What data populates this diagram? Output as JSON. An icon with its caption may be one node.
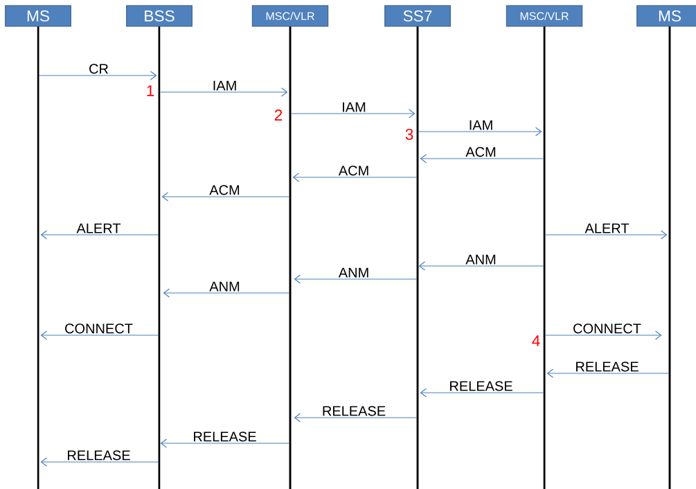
{
  "diagram": {
    "nodes": [
      {
        "text": [
          "MS"
        ]
      },
      {
        "text": [
          "BSS"
        ]
      },
      {
        "text": [
          "MSC/VLR"
        ]
      },
      {
        "text": [
          "SS7"
        ]
      },
      {
        "text": [
          "MSC/VLR"
        ]
      },
      {
        "text": [
          "MS"
        ]
      }
    ],
    "edges": [
      {
        "from": 0,
        "to": 1,
        "arrow": "to",
        "label": "CR"
      },
      {
        "from": 1,
        "to": 2,
        "arrow": "to",
        "label": "IAM"
      },
      {
        "from": 2,
        "to": 3,
        "arrow": "to",
        "label": "IAM"
      },
      {
        "from": 3,
        "to": 4,
        "arrow": "to",
        "label": "IAM"
      },
      {
        "from": 4,
        "to": 3,
        "arrow": "to",
        "label": "ACM"
      },
      {
        "from": 3,
        "to": 2,
        "arrow": "to",
        "label": "ACM"
      },
      {
        "from": 2,
        "to": 1,
        "arrow": "to",
        "label": "ACM"
      },
      {
        "from": 1,
        "to": 0,
        "arrow": "to",
        "label": "ALERT"
      },
      {
        "from": 4,
        "to": 5,
        "arrow": "to",
        "label": "ALERT"
      },
      {
        "from": 4,
        "to": 3,
        "arrow": "to",
        "label": "ANM"
      },
      {
        "from": 3,
        "to": 2,
        "arrow": "to",
        "label": "ANM"
      },
      {
        "from": 2,
        "to": 1,
        "arrow": "to",
        "label": "ANM"
      },
      {
        "from": 1,
        "to": 0,
        "arrow": "to",
        "label": "CONNECT"
      },
      {
        "from": 4,
        "to": 5,
        "arrow": "to",
        "label": "CONNECT"
      },
      {
        "from": 5,
        "to": 4,
        "arrow": "to",
        "label": "RELEASE"
      },
      {
        "from": 4,
        "to": 3,
        "arrow": "to",
        "label": "RELEASE"
      },
      {
        "from": 3,
        "to": 2,
        "arrow": "to",
        "label": "RELEASE"
      },
      {
        "from": 2,
        "to": 1,
        "arrow": "to",
        "label": "RELEASE"
      },
      {
        "from": 1,
        "to": 0,
        "arrow": "to",
        "label": "RELEASE"
      }
    ],
    "labels": [
      "1",
      "2",
      "3",
      "4"
    ]
  }
}
